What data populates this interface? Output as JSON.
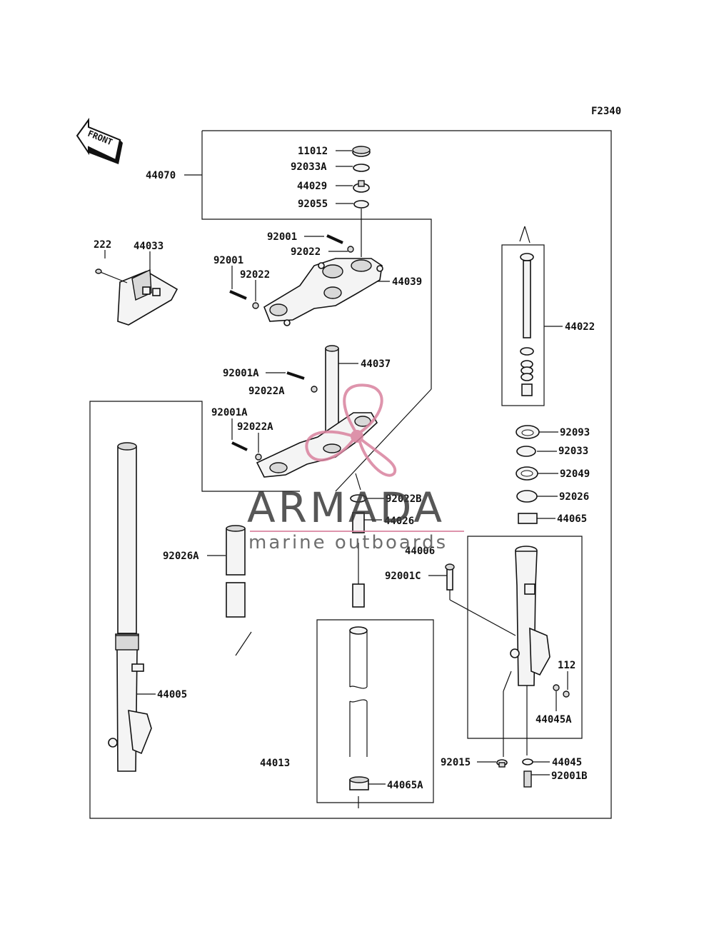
{
  "figure_code": "F2340",
  "front_label": "FRONT",
  "watermark": {
    "title": "ARMADA",
    "subtitle": "marine outboards",
    "logo_color": "#d9829e"
  },
  "labels": {
    "p11012": "11012",
    "p92033a": "92033A",
    "p44029": "44029",
    "p92055": "92055",
    "p44070": "44070",
    "p222": "222",
    "p44033": "44033",
    "p92001_top": "92001",
    "p92022_top": "92022",
    "p92001_left": "92001",
    "p92022_left": "92022",
    "p44039": "44039",
    "p44022": "44022",
    "p44037": "44037",
    "p92001a_1": "92001A",
    "p92022a_1": "92022A",
    "p92001a_2": "92001A",
    "p92022a_2": "92022A",
    "p92093": "92093",
    "p92033": "92033",
    "p92049": "92049",
    "p92026": "92026",
    "p44065": "44065",
    "p92022b": "92022B",
    "p44026": "44026",
    "p44006": "44006",
    "p92026a": "92026A",
    "p92001c": "92001C",
    "p112": "112",
    "p44005": "44005",
    "p44045a": "44045A",
    "p44013": "44013",
    "p92015": "92015",
    "p44045": "44045",
    "p92001b": "92001B",
    "p44065a": "44065A"
  }
}
